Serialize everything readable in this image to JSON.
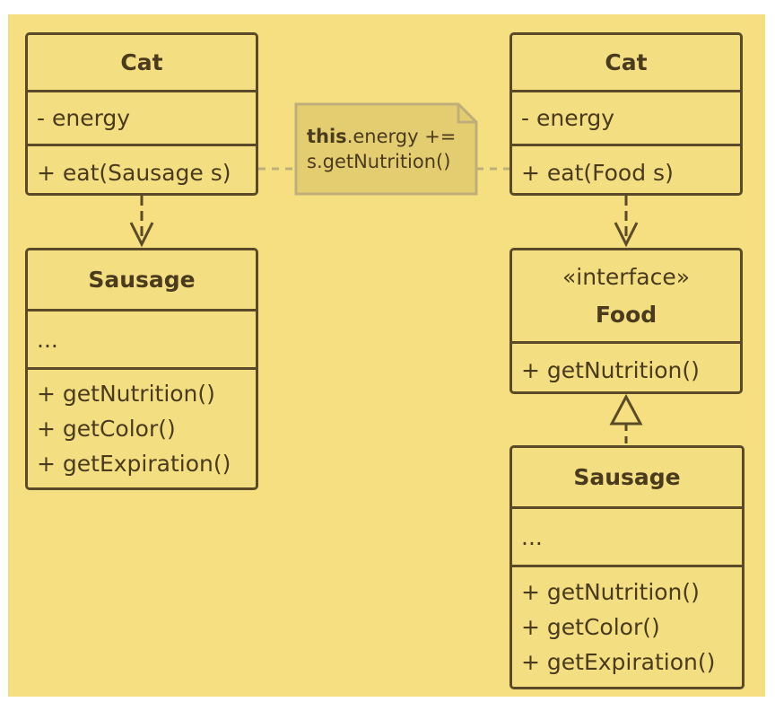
{
  "diagram": {
    "left": {
      "cat": {
        "name": "Cat",
        "field": "- energy",
        "method": "+ eat(Sausage s)"
      },
      "sausage": {
        "name": "Sausage",
        "fields": "...",
        "methods": [
          "+ getNutrition()",
          "+ getColor()",
          "+ getExpiration()"
        ]
      }
    },
    "note": {
      "keyword": "this",
      "line1_rest": ".energy +=",
      "line2": "s.getNutrition()"
    },
    "right": {
      "cat": {
        "name": "Cat",
        "field": "- energy",
        "method": "+ eat(Food s)"
      },
      "food": {
        "stereotype": "«interface»",
        "name": "Food",
        "method": "+ getNutrition()"
      },
      "sausage": {
        "name": "Sausage",
        "fields": "...",
        "methods": [
          "+ getNutrition()",
          "+ getColor()",
          "+ getExpiration()"
        ]
      }
    },
    "colors": {
      "background": "#f5df80",
      "box_fill": "#f3df82",
      "note_fill": "#e4cd70",
      "stroke": "#5a4a28",
      "text": "#4a3a1e",
      "dashed_line": "#bfae7a"
    }
  }
}
